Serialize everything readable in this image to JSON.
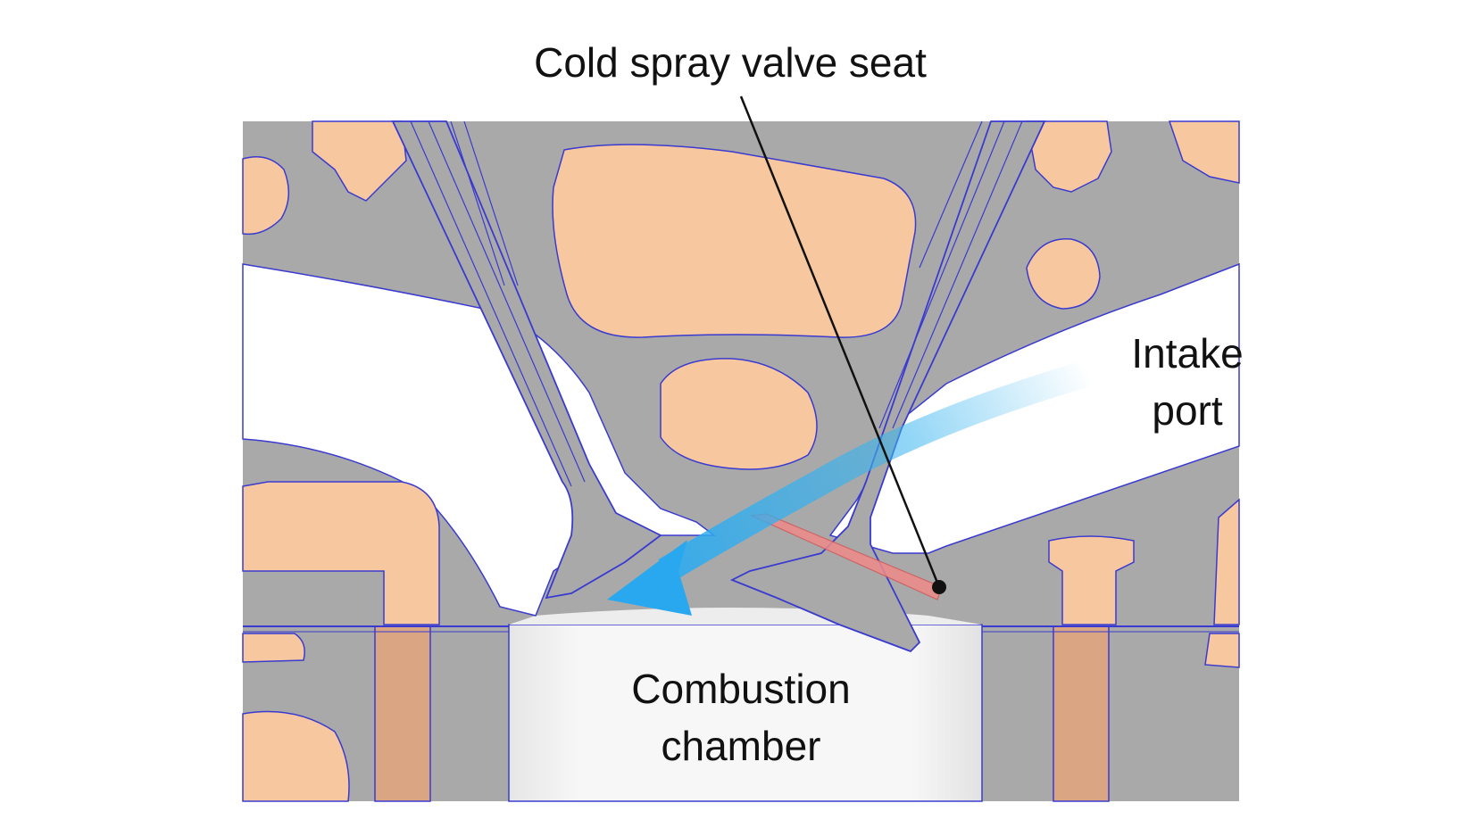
{
  "labels": {
    "title": "Cold spray valve seat",
    "intake_line1": "Intake",
    "intake_line2": "port",
    "combustion_line1": "Combustion",
    "combustion_line2": "chamber"
  },
  "colors": {
    "metal": "#a9a9a9",
    "coolant": "#f7c8a0",
    "outline": "#3a3ad0",
    "seat": "#f08a8a",
    "flow_arrow": "#3bb5ef",
    "leader": "#111111",
    "background": "#ffffff"
  }
}
